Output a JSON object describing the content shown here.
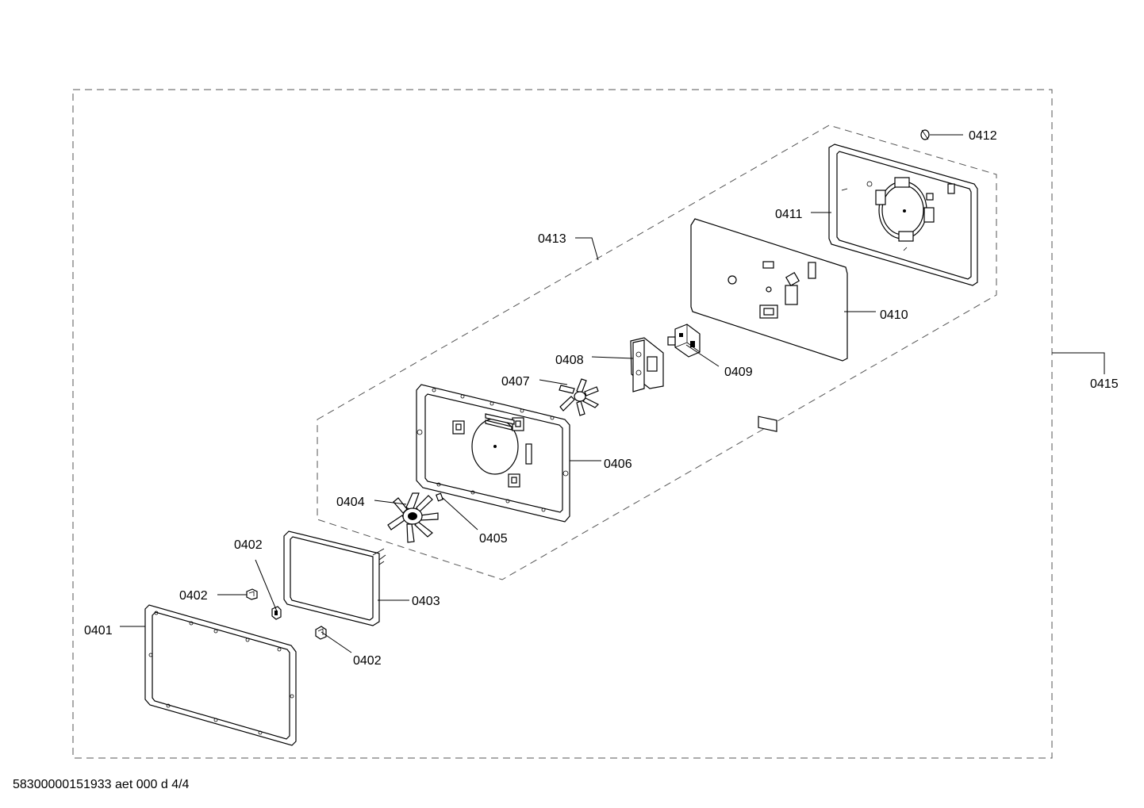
{
  "labels": {
    "p0401": "0401",
    "p0402a": "0402",
    "p0402b": "0402",
    "p0402c": "0402",
    "p0403": "0403",
    "p0404": "0404",
    "p0405": "0405",
    "p0406": "0406",
    "p0407": "0407",
    "p0408": "0408",
    "p0409": "0409",
    "p0410": "0410",
    "p0411": "0411",
    "p0412": "0412",
    "p0413": "0413",
    "p0415": "0415"
  },
  "footer": "58300000151933 aet 000 d 4/4"
}
